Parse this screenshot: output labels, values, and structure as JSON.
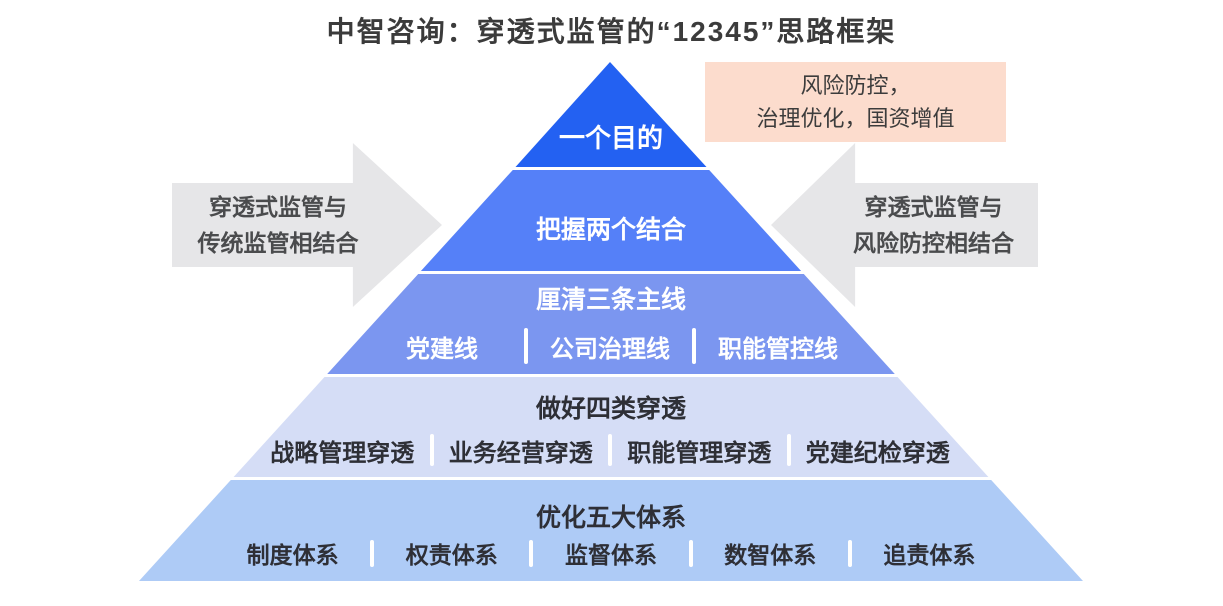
{
  "title": "中智咨询：穿透式监管的“12345”思路框架",
  "pyramid": {
    "levels": [
      {
        "label": "一个目的",
        "color": "#2361f2",
        "items": []
      },
      {
        "label": "把握两个结合",
        "color": "#5580f8",
        "items": []
      },
      {
        "label": "厘清三条主线",
        "color": "#7b96f0",
        "items": [
          "党建线",
          "公司治理线",
          "职能管控线"
        ]
      },
      {
        "label": "做好四类穿透",
        "color": "#d5ddf6",
        "items": [
          "战略管理穿透",
          "业务经营穿透",
          "职能管理穿透",
          "党建纪检穿透"
        ]
      },
      {
        "label": "优化五大体系",
        "color": "#aecbf6",
        "items": [
          "制度体系",
          "权责体系",
          "监督体系",
          "数智体系",
          "追责体系"
        ]
      }
    ]
  },
  "annotations": {
    "goal_box": {
      "line1": "风险防控，",
      "line2": "治理优化，国资增值",
      "color": "#fcdccd"
    },
    "left_arrow": {
      "line1": "穿透式监管与",
      "line2": "传统监管相结合",
      "color": "#e6e6e8"
    },
    "right_arrow": {
      "line1": "穿透式监管与",
      "line2": "风险防控相结合",
      "color": "#e6e6e8"
    }
  }
}
